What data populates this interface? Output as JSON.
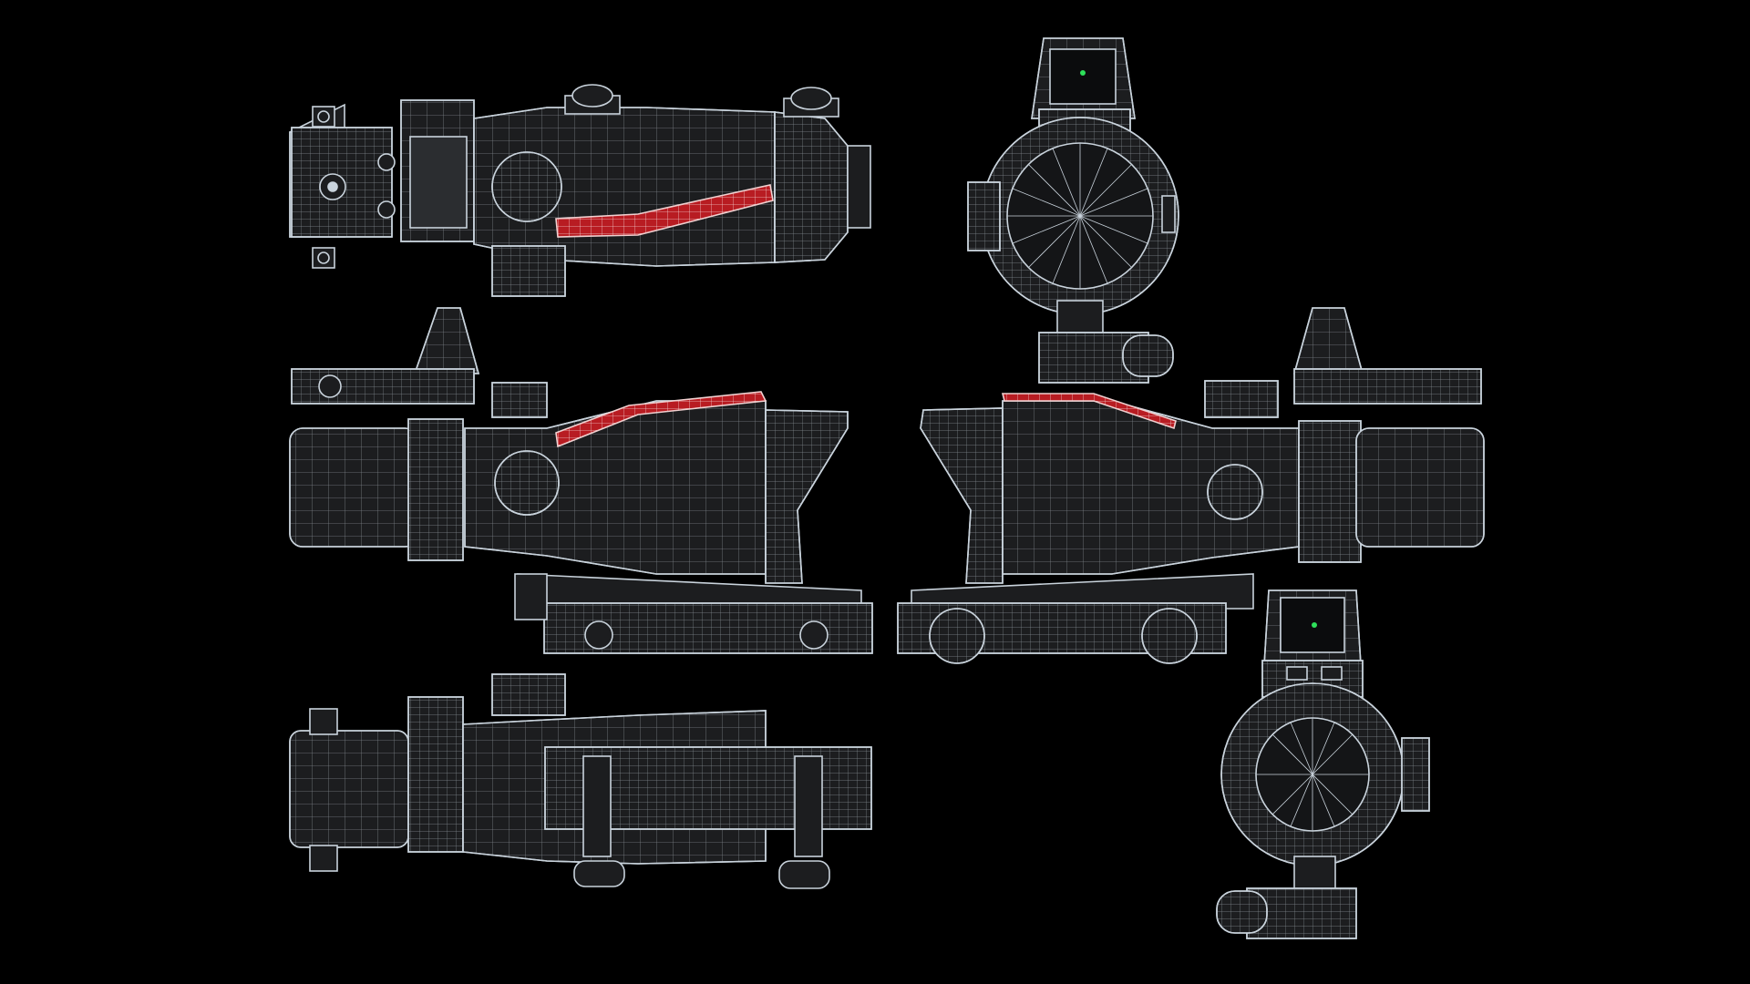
{
  "scene": {
    "subject": "",
    "colors": {
      "background": "#000000",
      "body": "#1c1d1f",
      "body_light": "#2b2d30",
      "wire": "#c9d3dc",
      "wire_dim": "#7f8a94",
      "accent_red": "#b81c22",
      "reticle_green": "#2ee05a"
    },
    "views": [
      {
        "id": "top",
        "icon": "scope-top-view-icon"
      },
      {
        "id": "front",
        "icon": "scope-front-view-icon"
      },
      {
        "id": "left-side",
        "icon": "scope-left-side-view-icon"
      },
      {
        "id": "right-side",
        "icon": "scope-right-side-view-icon"
      },
      {
        "id": "bottom",
        "icon": "scope-bottom-view-icon"
      },
      {
        "id": "rear",
        "icon": "scope-rear-view-icon"
      }
    ]
  }
}
